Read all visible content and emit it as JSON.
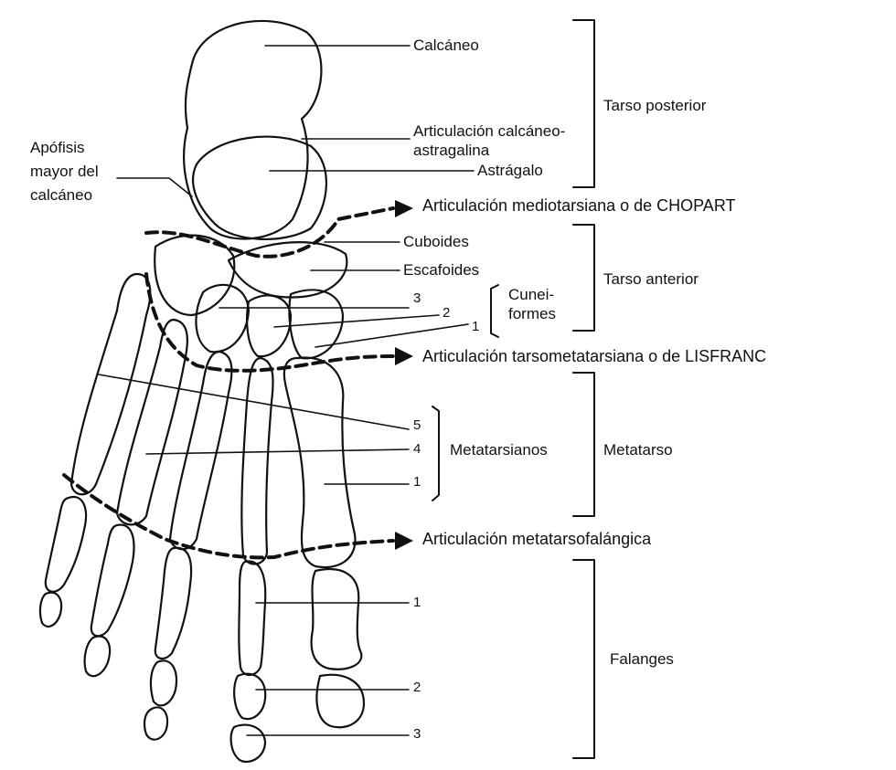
{
  "labels": {
    "calcaneo": "Calcáneo",
    "art_calc_astr_1": "Articulación calcáneo-",
    "art_calc_astr_2": "astragalina",
    "astragalo": "Astrágalo",
    "apofisis_1": "Apófisis",
    "apofisis_2": "mayor del",
    "apofisis_3": "calcáneo",
    "chopart": "Articulación mediotarsiana o de CHOPART",
    "cuboides": "Cuboides",
    "escafoides": "Escafoides",
    "cunei_1": "Cunei-",
    "cunei_2": "formes",
    "lisfranc": "Articulación tarsometatarsiana o de LISFRANC",
    "metatarsianos": "Metatarsianos",
    "metatarsofalangica": "Articulación metatarsofalángica"
  },
  "groups": {
    "tarso_posterior": "Tarso posterior",
    "tarso_anterior": "Tarso anterior",
    "metatarso": "Metatarso",
    "falanges": "Falanges"
  },
  "numbers": {
    "cun_3": "3",
    "cun_2": "2",
    "cun_1": "1",
    "met_5": "5",
    "met_4": "4",
    "met_1": "1",
    "fal_1": "1",
    "fal_2": "2",
    "fal_3": "3"
  }
}
